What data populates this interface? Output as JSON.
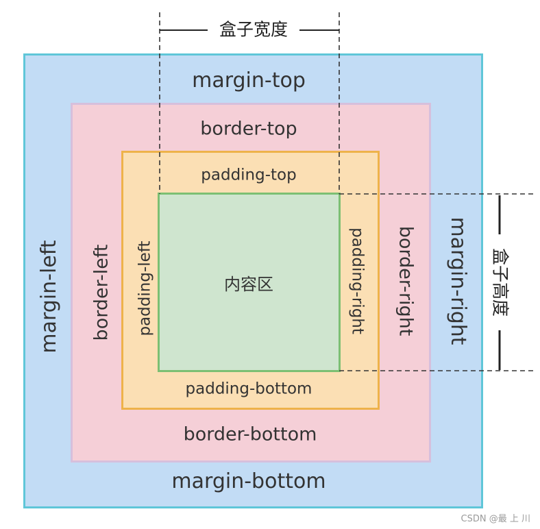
{
  "margin": {
    "top": "margin-top",
    "bottom": "margin-bottom",
    "left": "margin-left",
    "right": "margin-right"
  },
  "border": {
    "top": "border-top",
    "bottom": "border-bottom",
    "left": "border-left",
    "right": "border-right"
  },
  "padding": {
    "top": "padding-top",
    "bottom": "padding-bottom",
    "left": "padding-left",
    "right": "padding-right"
  },
  "content": {
    "label": "内容区"
  },
  "dimensions": {
    "width_label": "盒子宽度",
    "height_label": "盒子高度"
  },
  "colors": {
    "margin_fill": "#c2dcf5",
    "margin_stroke": "#5fc6d8",
    "border_fill": "#f5cfd7",
    "border_stroke": "#d6bfdc",
    "padding_fill": "#fbdfb4",
    "padding_stroke": "#eeb24a",
    "content_fill": "#cfe5cf",
    "content_stroke": "#7cbf73"
  },
  "watermark": "CSDN @最 上 川"
}
